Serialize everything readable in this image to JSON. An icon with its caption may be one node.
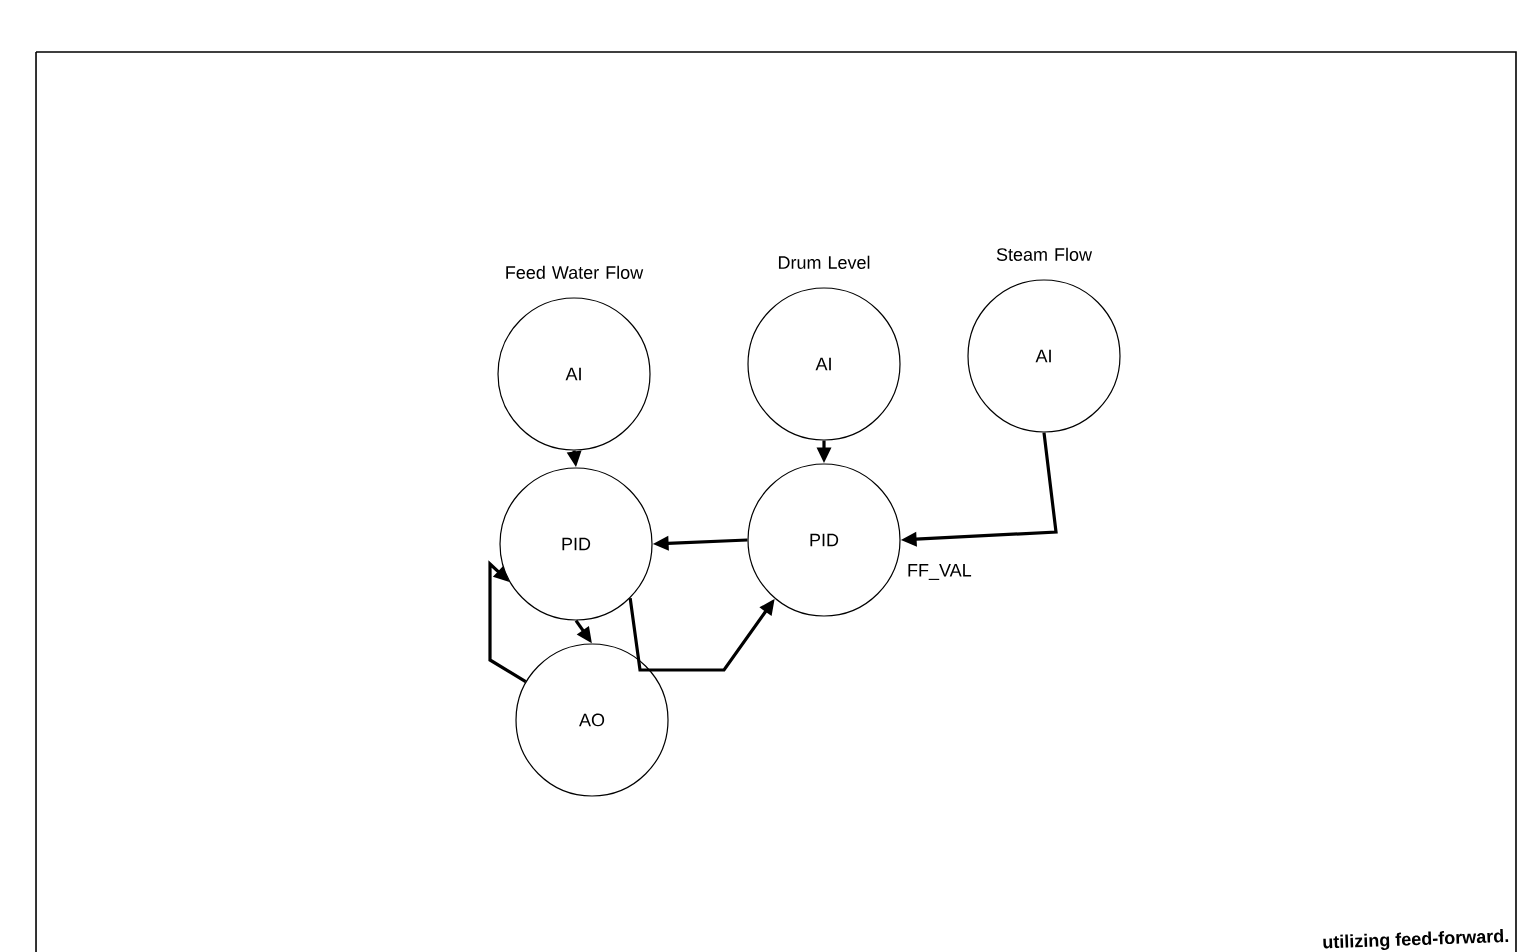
{
  "diagram": {
    "nodes": [
      {
        "text": [
          "Feed Water Flow",
          "AI"
        ]
      },
      {
        "text": [
          "Drum Level",
          "AI"
        ]
      },
      {
        "text": [
          "Steam Flow",
          "AI"
        ]
      },
      {
        "text": [
          "PID"
        ]
      },
      {
        "text": [
          "PID"
        ]
      },
      {
        "text": [
          "AO"
        ]
      }
    ],
    "edges": [
      {
        "from": 0,
        "to": 3,
        "arrow": "to"
      },
      {
        "from": 1,
        "to": 4,
        "arrow": "to"
      },
      {
        "from": 2,
        "to": 4,
        "arrow": "to",
        "label": "FF_VAL"
      },
      {
        "from": 4,
        "to": 3,
        "arrow": "to"
      },
      {
        "from": 3,
        "to": 4,
        "arrow": "to"
      },
      {
        "from": 3,
        "to": 5,
        "arrow": "to"
      },
      {
        "from": 5,
        "to": 3,
        "arrow": "to"
      }
    ],
    "labels": [
      "utilizing feed-forward."
    ]
  }
}
